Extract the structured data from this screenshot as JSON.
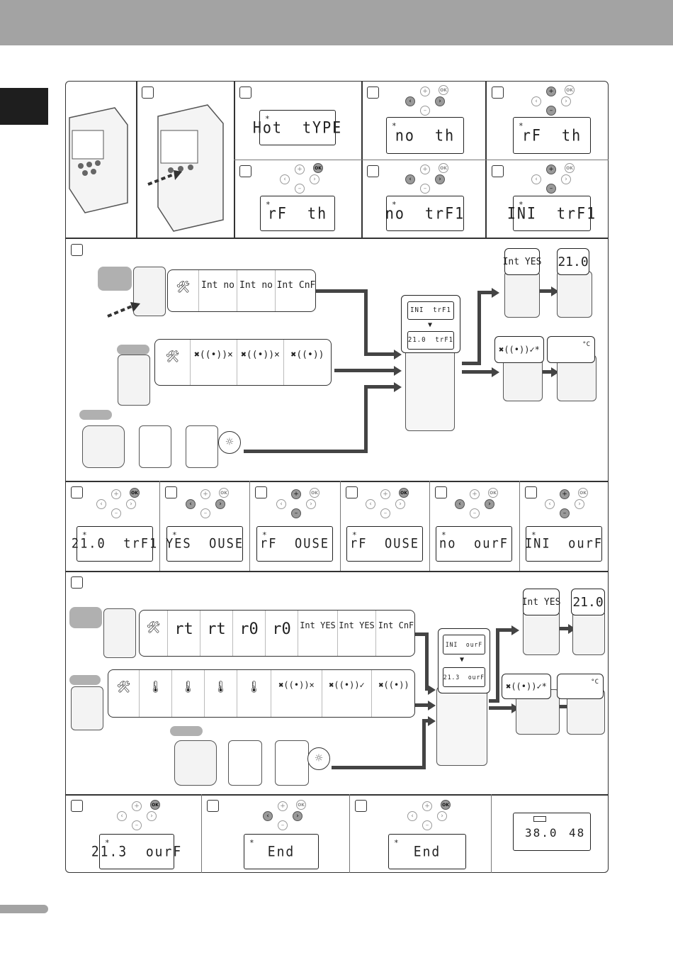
{
  "top": {
    "bar_color": "#a3a3a3",
    "tab_color": "#1e1e1e"
  },
  "row1": {
    "lcd_hot_type": "Hot  tYPE",
    "lcd_no_th": "no  th",
    "lcd_rf_th": "rF  th",
    "lcd_rf_th_ok": "rF  th",
    "lcd_no_trf1": "no  trF1",
    "lcd_ini_trf1": "INI  trF1"
  },
  "sectionA": {
    "strip1": [
      "",
      "Int no",
      "Int no",
      "Int CnF"
    ],
    "strip2_icons": [
      "tools-icon",
      "antenna-x-icon",
      "antenna-x-icon",
      "antenna-icon"
    ],
    "center_top": "INI  trF1",
    "center_bot": "21.0  trF1",
    "result_bubble": "Int YES",
    "result_temp": "21.0",
    "result_unit": "°C"
  },
  "row3": {
    "lcds": [
      "21.0  trF1",
      "YES  OUSE",
      "rF  OUSE",
      "rF  OUSE",
      "no  ourF",
      "INI  ourF"
    ]
  },
  "sectionB": {
    "strip1": [
      "",
      "rt",
      "rt",
      "r0",
      "r0",
      "Int YES",
      "Int YES",
      "Int CnF"
    ],
    "center_top": "INI  ourF",
    "center_bot": "21.3  ourF",
    "result_bubble": "Int YES",
    "result_temp": "21.0",
    "result_unit": "°C"
  },
  "row5": {
    "lcds": [
      "21.3  ourF",
      "End",
      "End"
    ],
    "final_left": "38.0",
    "final_right": "48"
  }
}
